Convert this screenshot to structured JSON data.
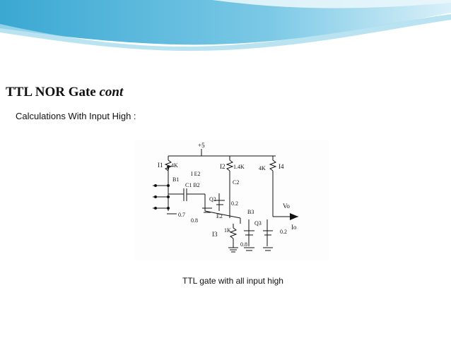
{
  "slide": {
    "title_main": "TTL NOR Gate ",
    "title_italic": "cont",
    "subtitle": "Calculations With Input High :",
    "caption": "TTL gate with all input high"
  },
  "circuit": {
    "labels": {
      "vcc": "+5",
      "i1": "I1",
      "r1": "4K",
      "b1": "B1",
      "ie2": "I E2",
      "c1b2": "C1 B2",
      "i2": "I2",
      "r2": "1.4K",
      "c2": "C2",
      "q2": "Q2",
      "v02a": "0.2",
      "v07": "0.7",
      "v08a": "0.8",
      "e2": "E2",
      "b3": "B3",
      "q3": "Q3",
      "v02b": "0.2",
      "r4": "4K",
      "i4": "I4",
      "vo": "Vo",
      "io": "Io",
      "i3": "I3",
      "r3": "1K",
      "v08b": "0.8"
    }
  },
  "colors": {
    "banner_dark": "#2fa3cc",
    "banner_light": "#bfe6f3",
    "ink": "#111111"
  }
}
